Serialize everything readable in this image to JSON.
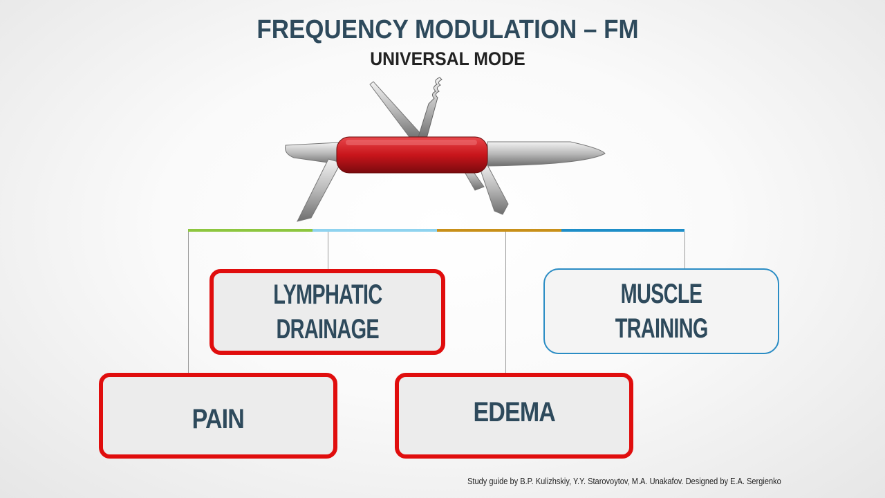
{
  "header": {
    "title": "FREQUENCY MODULATION – FM",
    "subtitle": "UNIVERSAL MODE"
  },
  "illustration": {
    "icon": "swiss-army-knife-icon",
    "handle_color": "#c8151b"
  },
  "connector_colors": [
    "#8dc63f",
    "#8fd3ef",
    "#c8901a",
    "#1e8ec8"
  ],
  "nodes": {
    "lymphatic": "LYMPHATIC\nDRAINAGE",
    "lymphatic_line1": "LYMPHATIC",
    "lymphatic_line2": "DRAINAGE",
    "muscle_line1": "MUSCLE",
    "muscle_line2": "TRAINING",
    "pain": "PAIN",
    "edema": "EDEMA"
  },
  "footer": {
    "credit": "Study guide by B.P. Kulizhskiy,  Y.Y. Starovoytov, M.A. Unakafov. Designed by E.A. Sergienko"
  }
}
